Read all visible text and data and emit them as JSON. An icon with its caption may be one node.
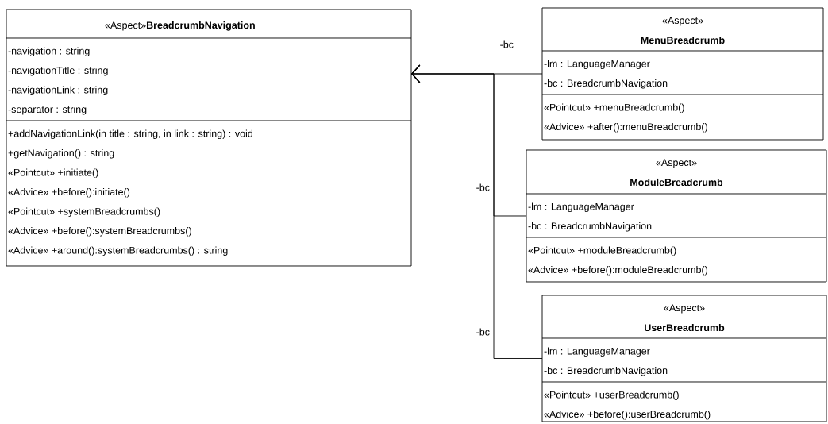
{
  "diagram": {
    "nodes": [
      {
        "text": [
          "«Aspect»",
          "BreadcrumbNavigation",
          "-navigation : string",
          "-navigationTitle : string",
          "-navigationLink : string",
          "-separator : string",
          "+addNavigationLink(in title : string, in link : string) : void",
          "+getNavigation() : string",
          "«Pointcut» +initiate()",
          "«Advice» +before():initiate()",
          "«Pointcut» +systemBreadcrumbs()",
          "«Advice» +before():systemBreadcrumbs()",
          "«Advice» +around():systemBreadcrumbs() : string"
        ]
      },
      {
        "text": [
          "«Aspect»",
          "MenuBreadcrumb",
          "-lm : LanguageManager",
          "-bc : BreadcrumbNavigation",
          "«Pointcut» +menuBreadcrumb()",
          "«Advice» +after():menuBreadcrumb()"
        ]
      },
      {
        "text": [
          "«Aspect»",
          "ModuleBreadcrumb",
          "-lm : LanguageManager",
          "-bc : BreadcrumbNavigation",
          "«Pointcut» +moduleBreadcrumb()",
          "«Advice» +before():moduleBreadcrumb()"
        ]
      },
      {
        "text": [
          "«Aspect»",
          "UserBreadcrumb",
          "-lm : LanguageManager",
          "-bc : BreadcrumbNavigation",
          "«Pointcut» +userBreadcrumb()",
          "«Advice» +before():userBreadcrumb()"
        ]
      }
    ],
    "edges": [
      {
        "from": 1,
        "to": 0,
        "arrow": "to",
        "label": "-bc"
      },
      {
        "from": 2,
        "to": 0,
        "arrow": "to",
        "label": "-bc"
      },
      {
        "from": 3,
        "to": 0,
        "arrow": "to",
        "label": "-bc"
      }
    ]
  }
}
